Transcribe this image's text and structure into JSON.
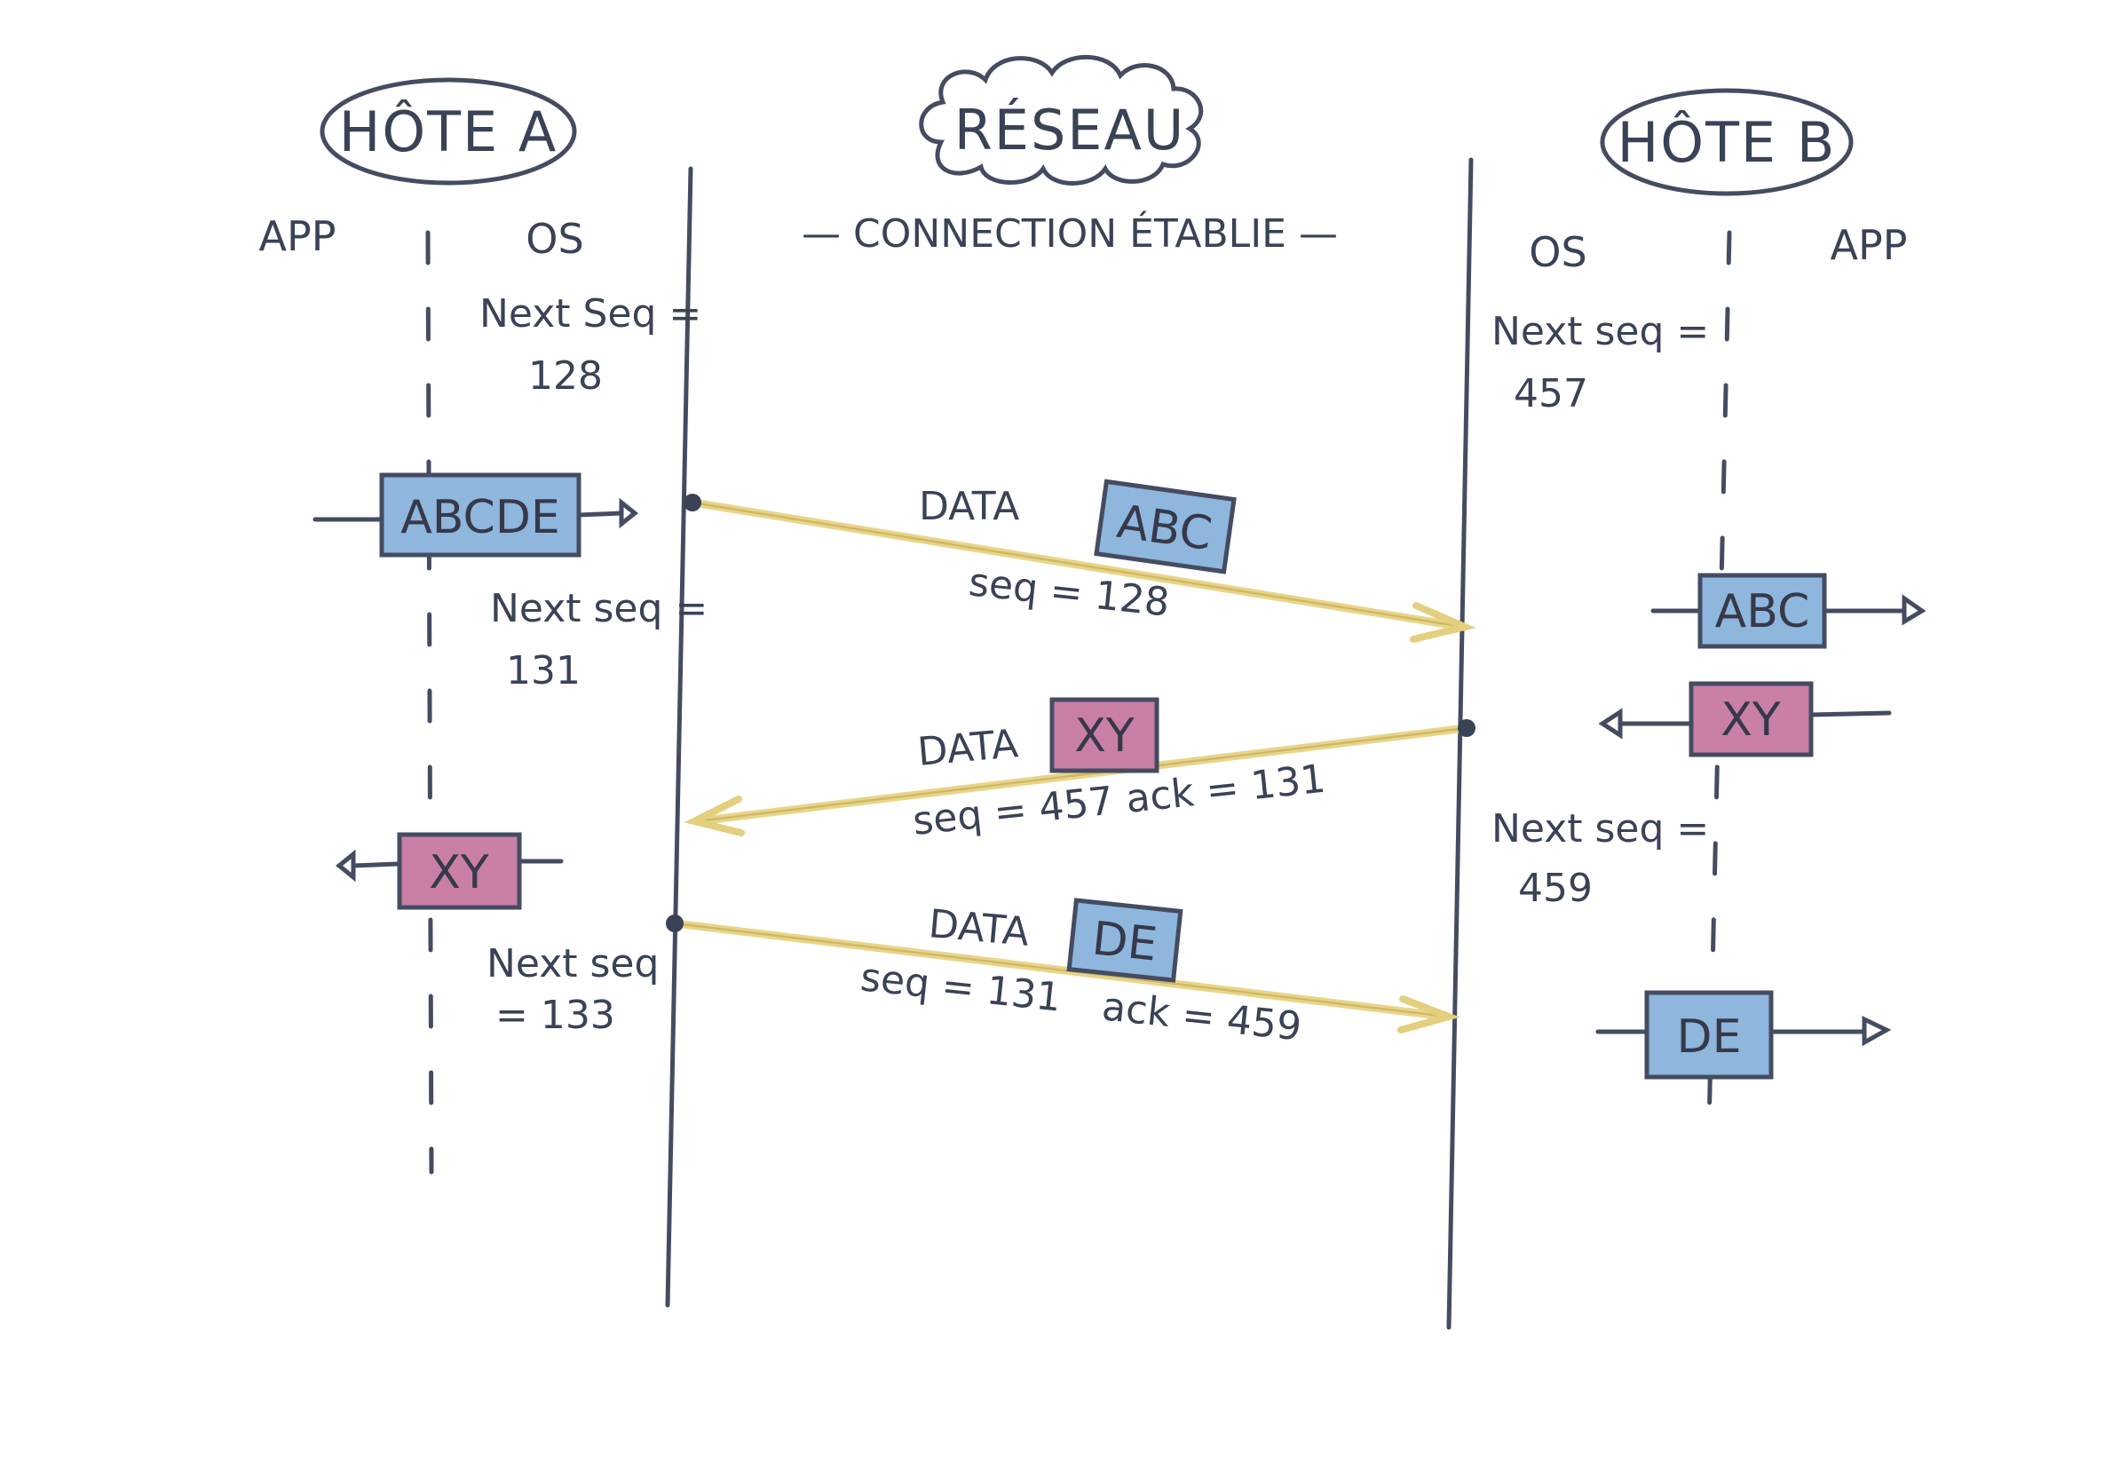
{
  "hosts": {
    "a": {
      "title": "HÔTE A",
      "app": "APP",
      "os": "OS"
    },
    "network": {
      "title": "RÉSEAU",
      "status": "— CONNECTION ÉTABLIE —"
    },
    "b": {
      "title": "HÔTE B",
      "app": "APP",
      "os": "OS"
    }
  },
  "host_a_states": [
    {
      "line1": "Next Seq =",
      "line2": "128"
    },
    {
      "line1": "Next seq =",
      "line2": "131"
    },
    {
      "line1": "Next seq",
      "line2": "= 133"
    }
  ],
  "host_b_states": [
    {
      "line1": "Next seq =",
      "line2": "457"
    },
    {
      "line1": "Next seq =",
      "line2": "459"
    }
  ],
  "app_boxes": {
    "a_send": "ABCDE",
    "a_recv": "XY",
    "b_recv1": "ABC",
    "b_send": "XY",
    "b_recv2": "DE"
  },
  "messages": [
    {
      "type": "DATA",
      "payload": "ABC",
      "detail": "seq = 128",
      "ack": ""
    },
    {
      "type": "DATA",
      "payload": "XY",
      "detail": "seq = 457",
      "ack": "ack = 131"
    },
    {
      "type": "DATA",
      "payload": "DE",
      "detail": "seq = 131",
      "ack": "ack = 459"
    }
  ],
  "colors": {
    "ink": "#3a4256",
    "blue_box": "#8fb6dc",
    "pink_box": "#c97fa6",
    "arrow": "#e8d58a"
  }
}
